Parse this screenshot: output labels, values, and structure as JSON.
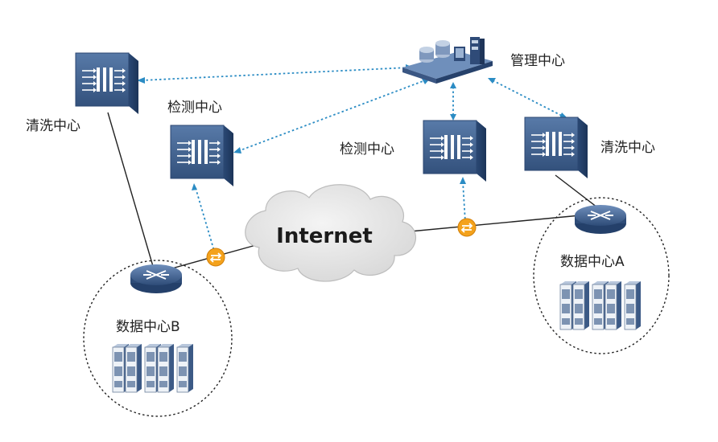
{
  "diagram": {
    "title": "",
    "colors": {
      "device_front": "#3f5f8c",
      "device_side": "#24406a",
      "device_top": "#6f8fbb",
      "link_dotted": "#2b8cc4",
      "link_solid": "#222222",
      "converter": "#f2a21a",
      "cloud": "#e4e4e4"
    },
    "nodes": {
      "internet": {
        "label": "Internet",
        "icon": "cloud-icon"
      },
      "management": {
        "label": "管理中心",
        "icon": "management-platform-icon"
      },
      "scrub_left": {
        "label": "清洗中心",
        "icon": "security-appliance-icon"
      },
      "detect_left": {
        "label": "检测中心",
        "icon": "security-appliance-icon"
      },
      "detect_right": {
        "label": "检测中心",
        "icon": "security-appliance-icon"
      },
      "scrub_right": {
        "label": "清洗中心",
        "icon": "security-appliance-icon"
      },
      "dc_a": {
        "label": "数据中心A",
        "icon": "router-icon"
      },
      "dc_b": {
        "label": "数据中心B",
        "icon": "router-icon"
      }
    },
    "servers_icon": "server-rack-icon",
    "converter_icon": "splitter-icon"
  }
}
